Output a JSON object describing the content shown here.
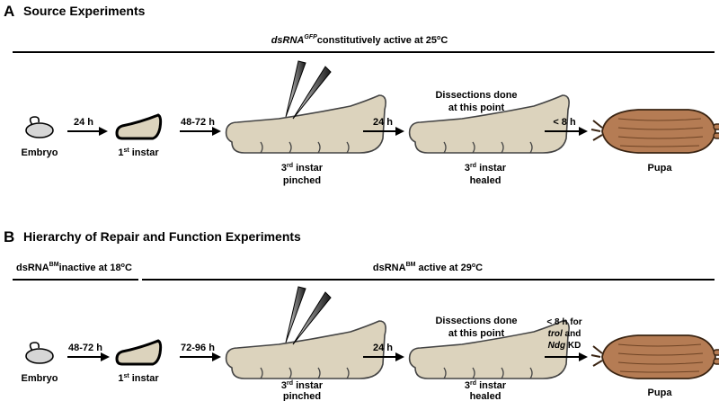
{
  "colors": {
    "larva_fill": "#dcd3bd",
    "pupa_fill": "#b57c54",
    "embryo_fill": "#d6d6d6",
    "line": "#000000"
  },
  "panel_a": {
    "letter": "A",
    "title": "Source Experiments",
    "condition": {
      "prefix": "dsRNA",
      "sup": "GFP",
      "suffix": "constitutively active at 25",
      "deg": "o",
      "unit": "C"
    },
    "stages": {
      "embryo": "Embryo",
      "first_num": "1",
      "first_sup": "st",
      "first_rest": " instar",
      "pinched_num": "3",
      "pinched_sup": "rd",
      "pinched_rest": " instar",
      "pinched_line2": "pinched",
      "healed_num": "3",
      "healed_sup": "rd",
      "healed_rest": " instar",
      "healed_line2": "healed",
      "pupa": "Pupa"
    },
    "arrows": [
      "24 h",
      "48-72 h",
      "24 h",
      "< 8 h"
    ],
    "dissection_line1": "Dissections done",
    "dissection_line2": "at this point",
    "icons": [
      "embryo-icon",
      "larva-icon",
      "needle-icon",
      "pupa-icon"
    ]
  },
  "panel_b": {
    "letter": "B",
    "title": "Hierarchy of Repair and Function Experiments",
    "condition_left": {
      "prefix": "dsRNA",
      "sup": "BM",
      "suffix": "inactive at 18",
      "deg": "o",
      "unit": "C"
    },
    "condition_right": {
      "prefix": "dsRNA",
      "sup": "BM",
      "suffix": " active at 29",
      "deg": "o",
      "unit": "C"
    },
    "stages": {
      "embryo": "Embryo",
      "first_num": "1",
      "first_sup": "st",
      "first_rest": " instar",
      "pinched_num": "3",
      "pinched_sup": "rd",
      "pinched_rest": " instar",
      "pinched_line2": "pinched",
      "healed_num": "3",
      "healed_sup": "rd",
      "healed_rest": " instar",
      "healed_line2": "healed",
      "pupa": "Pupa"
    },
    "arrows": [
      "48-72 h",
      "72-96 h",
      "24 h"
    ],
    "final_arrow": {
      "line1": "< 8 h for",
      "trol": "trol",
      "and": " and",
      "ndg": "Ndg",
      "kd": " KD"
    },
    "dissection_line1": "Dissections done",
    "dissection_line2": "at this point"
  }
}
